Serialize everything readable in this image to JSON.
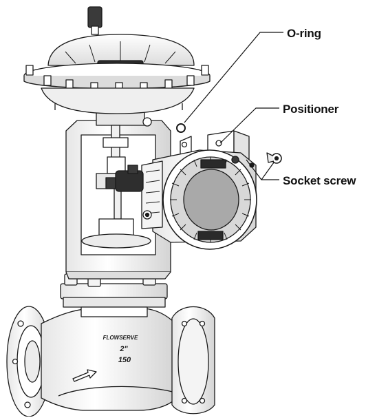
{
  "callouts": {
    "o_ring": "O-ring",
    "positioner": "Positioner",
    "socket_screw": "Socket screw"
  },
  "markings": {
    "brand_logo": "FLOWSERVE",
    "size": "2\"",
    "rating": "150"
  },
  "colors": {
    "line": "#1a1a1a",
    "fill": "#ffffff",
    "shade": "#d8d8d8",
    "dark": "#3a3a3a",
    "leader": "#111111"
  }
}
